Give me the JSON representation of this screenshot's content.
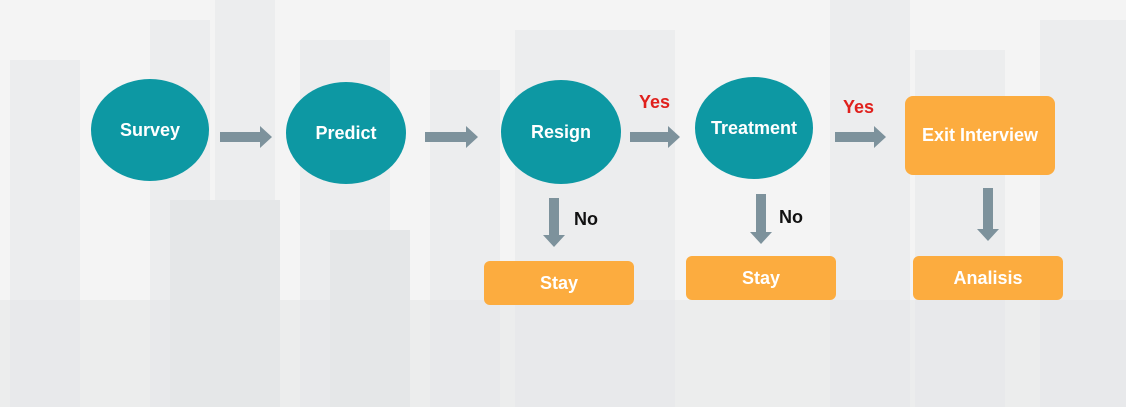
{
  "nodes": {
    "survey": "Survey",
    "predict": "Predict",
    "resign": "Resign",
    "treatment": "Treatment",
    "exit_interview": "Exit Interview",
    "stay_1": "Stay",
    "stay_2": "Stay",
    "analisis": "Analisis"
  },
  "labels": {
    "yes_resign_treatment": "Yes",
    "yes_treatment_exit": "Yes",
    "no_resign": "No",
    "no_treatment": "No"
  },
  "colors": {
    "circle": "#0d98a3",
    "orange": "#fcac3f",
    "arrow": "#7d929c",
    "yes": "#e0201c"
  }
}
